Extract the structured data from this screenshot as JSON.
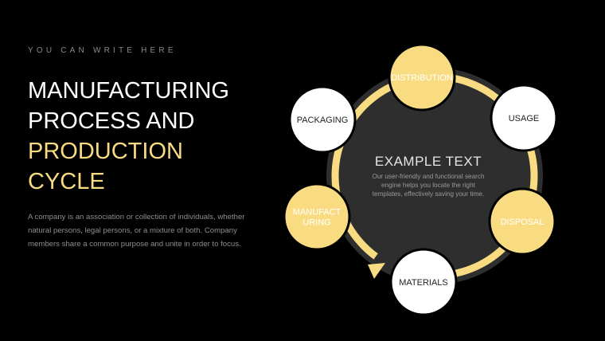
{
  "header": {
    "eyebrow": "YOU CAN WRITE HERE",
    "title_lines": [
      "MANUFACTURING",
      "PROCESS AND"
    ],
    "title_highlight_lines": [
      "PRODUCTION",
      "CYCLE"
    ]
  },
  "description": "A company is an association or collection of individuals, whether natural persons, legal persons, or a mixture of both. Company members share a common purpose and unite in order to focus.",
  "center": {
    "title": "EXAMPLE TEXT",
    "body_lines": [
      "Our user-friendly and functional search",
      "engine helps you locate the right",
      "templates, effectively saving your time."
    ]
  },
  "nodes": [
    {
      "label": "DISTRIBUTION",
      "style": "yellow"
    },
    {
      "label": "USAGE",
      "style": "white"
    },
    {
      "label": "DISPOSAL",
      "style": "yellow"
    },
    {
      "label": "MATERIALS",
      "style": "white"
    },
    {
      "label": "MANUFACT|URING",
      "style": "yellow"
    },
    {
      "label": "PACKAGING",
      "style": "white"
    }
  ],
  "colors": {
    "accent": "#f9dc82",
    "background": "#000000",
    "center_disc": "#2e2e2e",
    "node_outline": "#000000"
  }
}
